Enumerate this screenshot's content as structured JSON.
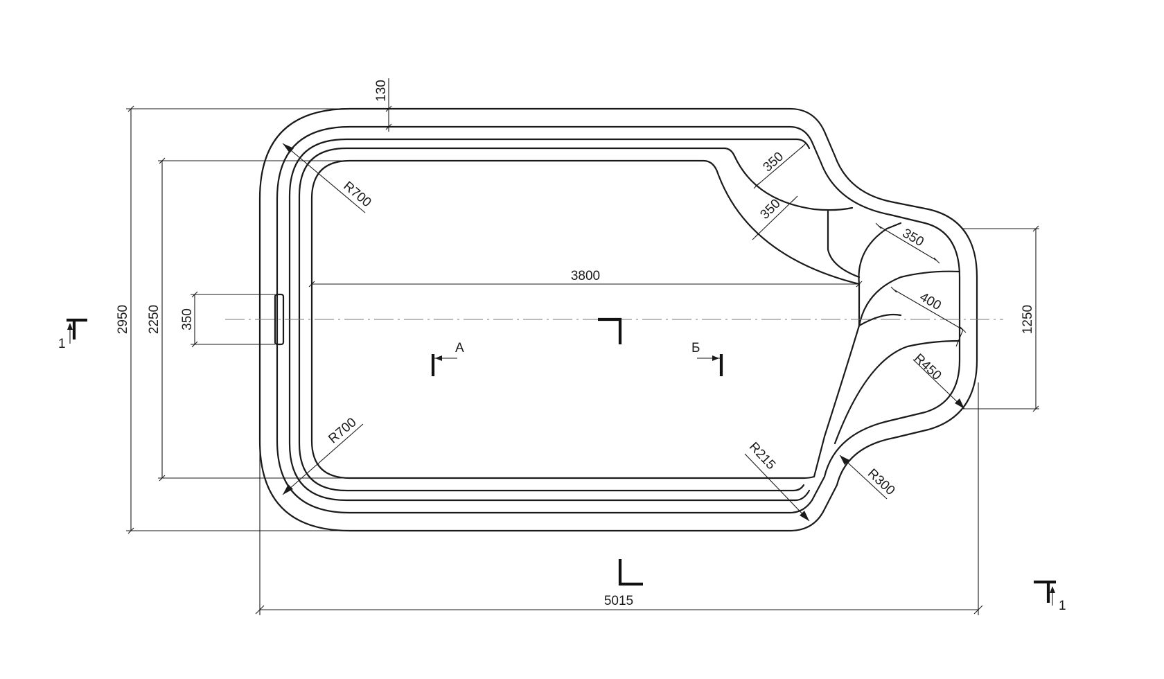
{
  "dimensions": {
    "total_length": "5015",
    "inner_length": "3800",
    "total_width": "2950",
    "inner_width": "2250",
    "ladder_width": "350",
    "rim_offset": "130",
    "bay_width": "1250",
    "step_upper_1": "350",
    "step_upper_2": "350",
    "step_right": "350",
    "step_right_wide": "400"
  },
  "radii": {
    "corner_top_left": "R700",
    "corner_bottom_left": "R700",
    "bay_corner": "R450",
    "neck_outer": "R300",
    "neck_inner": "R215"
  },
  "markers": {
    "section_label": "1",
    "section_a": "А",
    "section_b": "Б"
  }
}
